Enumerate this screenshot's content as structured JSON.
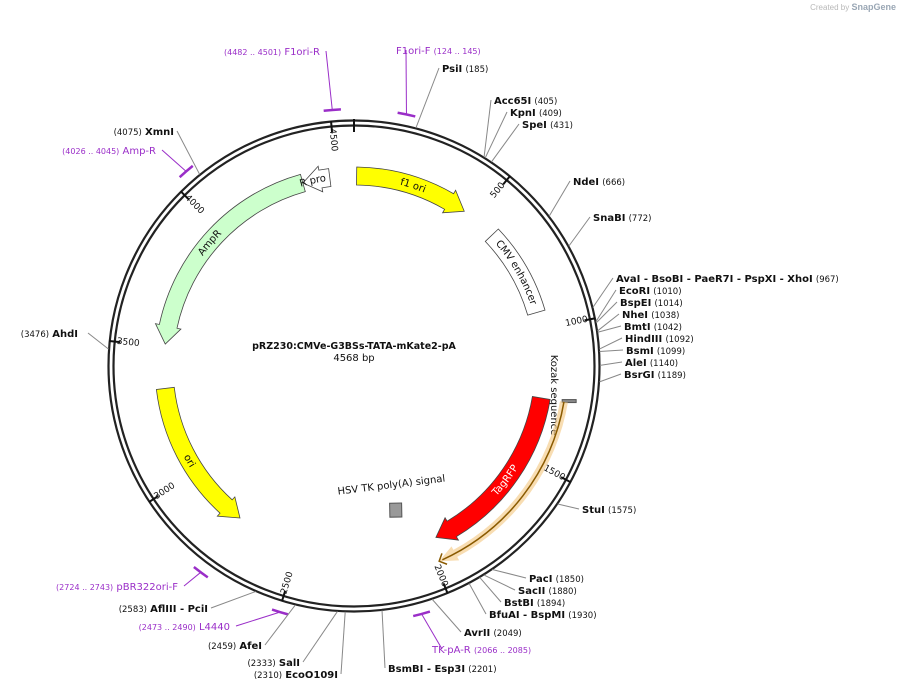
{
  "watermark": {
    "prefix": "Created by",
    "brand": "SnapGene"
  },
  "plasmid": {
    "name": "pRZ230:CMVe-G3BSs-TATA-mKate2-pA",
    "length": 4568,
    "length_label": "4568 bp"
  },
  "colors": {
    "backbone": "#222222",
    "primer": "#9a2ec8",
    "enzyme_text": "#111111",
    "feature_text": "#111111"
  },
  "ticks": [
    {
      "position": 500,
      "label": "500"
    },
    {
      "position": 1000,
      "label": "1000"
    },
    {
      "position": 1500,
      "label": "1500"
    },
    {
      "position": 2000,
      "label": "2000"
    },
    {
      "position": 2500,
      "label": "2500"
    },
    {
      "position": 3000,
      "label": "3000"
    },
    {
      "position": 3500,
      "label": "3500"
    },
    {
      "position": 4000,
      "label": "4000"
    },
    {
      "position": 4500,
      "label": "4500"
    }
  ],
  "enzymes": [
    {
      "name": "PsiI",
      "coord": "(185)",
      "site": 185
    },
    {
      "name": "Acc65I",
      "coord": "(405)",
      "site": 405
    },
    {
      "name": "KpnI",
      "coord": "(409)",
      "site": 409
    },
    {
      "name": "SpeI",
      "coord": "(431)",
      "site": 431
    },
    {
      "name": "NdeI",
      "coord": "(666)",
      "site": 666
    },
    {
      "name": "SnaBI",
      "coord": "(772)",
      "site": 772
    },
    {
      "name": "AvaI - BsoBI - PaeR7I - PspXI - XhoI",
      "coord": "(967)",
      "site": 967
    },
    {
      "name": "EcoRI",
      "coord": "(1010)",
      "site": 1010
    },
    {
      "name": "BspEI",
      "coord": "(1014)",
      "site": 1014
    },
    {
      "name": "NheI",
      "coord": "(1038)",
      "site": 1038
    },
    {
      "name": "BmtI",
      "coord": "(1042)",
      "site": 1042
    },
    {
      "name": "HindIII",
      "coord": "(1092)",
      "site": 1092
    },
    {
      "name": "BsmI",
      "coord": "(1099)",
      "site": 1099
    },
    {
      "name": "AleI",
      "coord": "(1140)",
      "site": 1140
    },
    {
      "name": "BsrGI",
      "coord": "(1189)",
      "site": 1189
    },
    {
      "name": "StuI",
      "coord": "(1575)",
      "site": 1575
    },
    {
      "name": "PacI",
      "coord": "(1850)",
      "site": 1850
    },
    {
      "name": "SacII",
      "coord": "(1880)",
      "site": 1880
    },
    {
      "name": "BstBI",
      "coord": "(1894)",
      "site": 1894
    },
    {
      "name": "BfuAI - BspMI",
      "coord": "(1930)",
      "site": 1930
    },
    {
      "name": "AvrII",
      "coord": "(2049)",
      "site": 2049
    },
    {
      "name": "BsmBI - Esp3I",
      "coord": "(2201)",
      "site": 2201
    },
    {
      "name": "EcoO109I",
      "coord": "(2310)",
      "site": 2310
    },
    {
      "name": "SalI",
      "coord": "(2333)",
      "site": 2333
    },
    {
      "name": "AfeI",
      "coord": "(2459)",
      "site": 2459
    },
    {
      "name": "AflIII - PciI",
      "coord": "(2583)",
      "site": 2583
    },
    {
      "name": "AhdI",
      "coord": "(3476)",
      "site": 3476
    },
    {
      "name": "XmnI",
      "coord": "(4075)",
      "site": 4075
    }
  ],
  "primers": [
    {
      "name": "F1ori-F",
      "coord": "(124 .. 145)",
      "start": 124,
      "end": 145
    },
    {
      "name": "F1ori-R",
      "coord": "(4482 .. 4501)",
      "start": 4482,
      "end": 4501
    },
    {
      "name": "Amp-R",
      "coord": "(4026 .. 4045)",
      "start": 4026,
      "end": 4045
    },
    {
      "name": "pBR322ori-F",
      "coord": "(2724 .. 2743)",
      "start": 2724,
      "end": 2743
    },
    {
      "name": "L4440",
      "coord": "(2473 .. 2490)",
      "start": 2473,
      "end": 2490
    },
    {
      "name": "TK-pA-R",
      "coord": "(2066 .. 2085)",
      "start": 2066,
      "end": 2085
    }
  ],
  "features": [
    {
      "name": "f1 ori",
      "start": 10,
      "end": 450,
      "strand": "+",
      "color": "#ffff00",
      "ring": 0
    },
    {
      "name": "CMV enhancer",
      "start": 590,
      "end": 935,
      "strand": "none",
      "color": "#ffffff",
      "ring": 0
    },
    {
      "name": "Kozak sequence",
      "start": 1255,
      "end": 1264,
      "strand": "none",
      "color": "#888888",
      "ring": 0
    },
    {
      "name": "TagRFP",
      "start": 1265,
      "end": 1960,
      "strand": "+",
      "color": "#ff0000",
      "ring": 0
    },
    {
      "name": "mKate2",
      "start": 1265,
      "end": 1985,
      "strand": "+",
      "color": "#f4c77e",
      "ring": 1
    },
    {
      "name": "HSV TK poly(A) signal",
      "start": 2068,
      "end": 2090,
      "strand": "none",
      "color": "#999999",
      "ring": 0
    },
    {
      "name": "ori",
      "start": 2752,
      "end": 3340,
      "strand": "-",
      "color": "#ffff00",
      "ring": 0
    },
    {
      "name": "AmpR",
      "start": 3510,
      "end": 4370,
      "strand": "-",
      "color": "#ccffcc",
      "ring": 0
    },
    {
      "name": "AmpR promoter",
      "start": 4370,
      "end": 4475,
      "strand": "-",
      "color": "#ffffff",
      "ring": 0
    }
  ]
}
